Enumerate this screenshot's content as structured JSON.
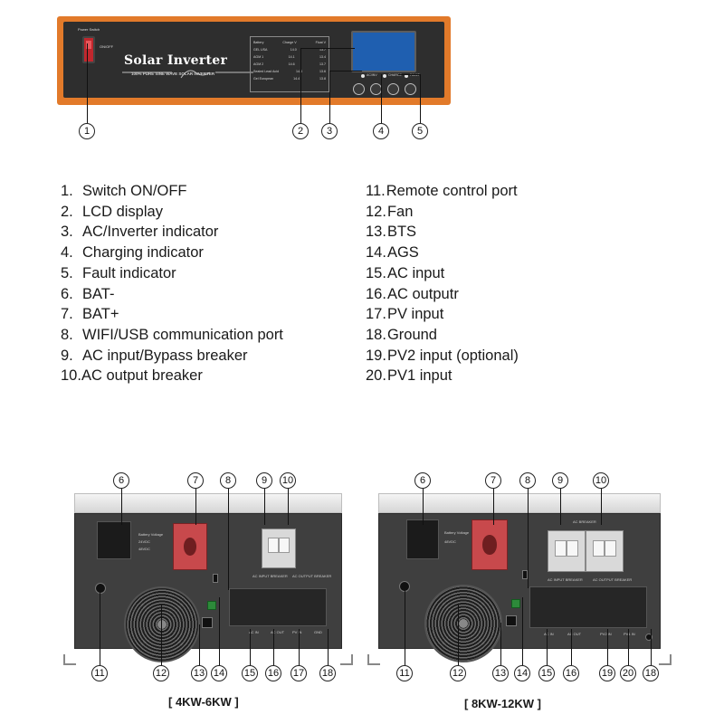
{
  "front_panel": {
    "switch_caption": "Power Switch",
    "switch_tag": "ON/OFF",
    "brand_title": "Solar Inverter",
    "brand_subtitle": "100% PURE SINE WAVE SOLAR INVERTER",
    "info_table": {
      "headers": [
        "Battery",
        "Charge V",
        "Float V"
      ],
      "rows": [
        [
          "GEL USA",
          "14.0",
          "13.7"
        ],
        [
          "AGM 1",
          "14.1",
          "13.4"
        ],
        [
          "AGM 2",
          "14.6",
          "13.7"
        ],
        [
          "Sealed Lead Acid",
          "14.4",
          "13.6"
        ],
        [
          "Gel European",
          "14.4",
          "13.8"
        ]
      ]
    },
    "indicators": [
      "AC/INV",
      "CHARGE",
      "FAULT"
    ],
    "button_icons": [
      "menu-icon",
      "up-icon",
      "down-icon",
      "enter-icon"
    ],
    "lcd_color": "#1f5fb0",
    "body_color": "#e27a2a"
  },
  "callouts_front": [
    "1",
    "2",
    "3",
    "4",
    "5"
  ],
  "legend_left": [
    {
      "num": "1.",
      "text": "Switch ON/OFF"
    },
    {
      "num": "2.",
      "text": "LCD display"
    },
    {
      "num": "3.",
      "text": "AC/Inverter indicator"
    },
    {
      "num": "4.",
      "text": "Charging indicator"
    },
    {
      "num": "5.",
      "text": "Fault indicator"
    },
    {
      "num": "6.",
      "text": "BAT-"
    },
    {
      "num": "7.",
      "text": "BAT+"
    },
    {
      "num": "8.",
      "text": "WIFI/USB communication port"
    },
    {
      "num": "9.",
      "text": "AC input/Bypass breaker"
    },
    {
      "num": "10.",
      "text": "AC output breaker"
    }
  ],
  "legend_right": [
    {
      "num": "11.",
      "text": "Remote control port"
    },
    {
      "num": "12.",
      "text": "Fan"
    },
    {
      "num": "13.",
      "text": "BTS"
    },
    {
      "num": "14.",
      "text": "AGS"
    },
    {
      "num": "15.",
      "text": "AC input"
    },
    {
      "num": "16.",
      "text": "AC outputr"
    },
    {
      "num": "17.",
      "text": "PV input"
    },
    {
      "num": "18.",
      "text": "Ground"
    },
    {
      "num": "19.",
      "text": "PV2 input (optional)"
    },
    {
      "num": "20.",
      "text": "PV1 input"
    }
  ],
  "rear_small": {
    "model_label": "[ 4KW-6KW ]",
    "callouts_top": [
      "6",
      "7",
      "8",
      "9",
      "10"
    ],
    "callouts_bottom": [
      "11",
      "12",
      "13",
      "14",
      "15",
      "16",
      "17",
      "18"
    ],
    "battery_voltage_label": "Battery Voltage",
    "battery_voltage_values": [
      "24VDC",
      "48VDC"
    ],
    "breaker_labels": [
      "AC INPUT BREAKER",
      "AC OUTPUT BREAKER"
    ],
    "port_labels": [
      "AC IN",
      "AC OUT",
      "PV IN",
      "GND"
    ]
  },
  "rear_large": {
    "model_label": "[ 8KW-12KW ]",
    "callouts_top": [
      "6",
      "7",
      "8",
      "9",
      "10"
    ],
    "callouts_bottom": [
      "11",
      "12",
      "13",
      "14",
      "15",
      "16",
      "19",
      "20",
      "18"
    ],
    "battery_voltage_label": "Battery Voltage",
    "battery_voltage_value": "48VDC",
    "breaker_caption": "AC BREAKER",
    "breaker_labels": [
      "AC INPUT BREAKER",
      "AC OUTPUT BREAKER"
    ],
    "port_labels": [
      "AC IN",
      "AC OUT",
      "PV2 IN",
      "PV1 IN"
    ]
  }
}
